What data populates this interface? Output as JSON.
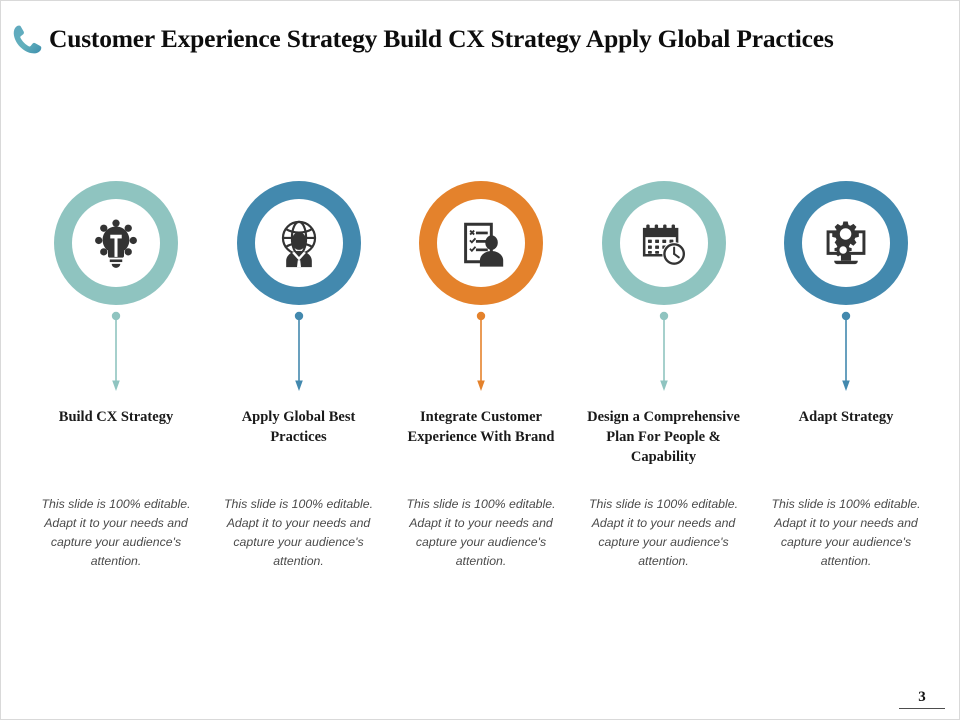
{
  "slide": {
    "title": "Customer Experience Strategy Build CX Strategy Apply Global Practices",
    "logo_icon": "phone-icon",
    "page_number": "3",
    "accent_colors": {
      "teal": "#8FC4C0",
      "blue": "#4389AE",
      "orange": "#E4822C",
      "icon_dark": "#333333",
      "title_text": "#0D0D0D",
      "body_text": "#4A4A4A"
    }
  },
  "columns": [
    {
      "icon": "lightbulb-idea-icon",
      "color": "#8FC4C0",
      "heading": "Build CX Strategy",
      "body": "This slide is 100% editable. Adapt it to your needs and capture your audience's attention."
    },
    {
      "icon": "global-person-icon",
      "color": "#4389AE",
      "heading": "Apply Global Best Practices",
      "body": "This slide is 100% editable. Adapt it to your needs and capture your audience's attention."
    },
    {
      "icon": "checklist-person-icon",
      "color": "#E4822C",
      "heading": "Integrate Customer Experience With Brand",
      "body": "This slide is 100% editable. Adapt it to your needs and capture your audience's attention."
    },
    {
      "icon": "calendar-clock-icon",
      "color": "#8FC4C0",
      "heading": "Design a Comprehensive Plan For People & Capability",
      "body": "This slide is 100% editable. Adapt it to your needs and capture your audience's attention."
    },
    {
      "icon": "monitor-gears-icon",
      "color": "#4389AE",
      "heading": "Adapt Strategy",
      "body": "This slide is 100% editable. Adapt it to your needs and capture your audience's attention."
    }
  ]
}
